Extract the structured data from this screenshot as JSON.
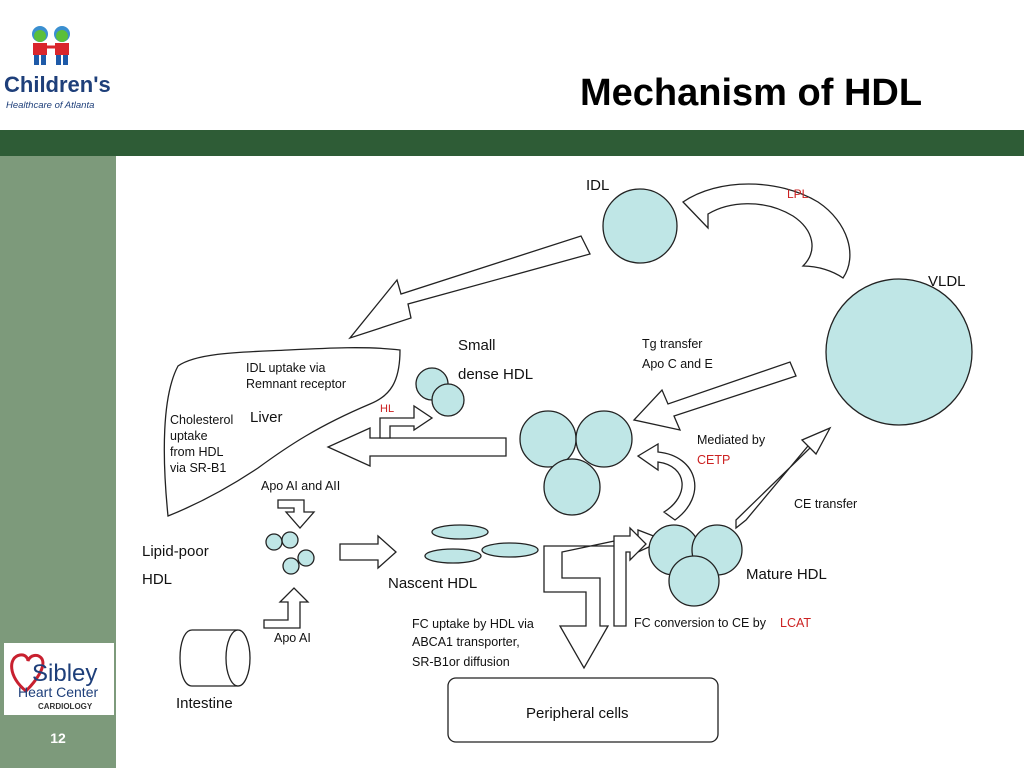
{
  "header": {
    "logo_text": "Children's",
    "logo_subtext": "Healthcare of Atlanta",
    "title": "Mechanism of HDL"
  },
  "sidebar": {
    "sibley_logo_main": "Sibley",
    "sibley_logo_sub": "Heart Center",
    "sibley_logo_tag": "CARDIOLOGY",
    "slide_number": "12"
  },
  "colors": {
    "band": "#2e5c36",
    "sidebar": "#7d9a7b",
    "particle_fill": "#bfe6e6",
    "enzyme_red": "#cc2222"
  },
  "diagram": {
    "idl": "IDL",
    "lpl": "LPL",
    "vldl": "VLDL",
    "small": "Small",
    "dense_hdl": "dense HDL",
    "idl_uptake_1": "IDL uptake via",
    "idl_uptake_2": "Remnant receptor",
    "liver": "Liver",
    "hl": "HL",
    "chol_1": "Cholesterol",
    "chol_2": "uptake",
    "chol_3": "from HDL",
    "chol_4": "via SR-B1",
    "tg_1": "Tg transfer",
    "tg_2": "Apo C and E",
    "mediated": "Mediated by",
    "cetp": "CETP",
    "apo_ai_aii": "Apo AI and AII",
    "lipid_poor_1": "Lipid-poor",
    "lipid_poor_2": "HDL",
    "nascent": "Nascent HDL",
    "ce_transfer": "CE transfer",
    "mature": "Mature HDL",
    "apo_ai": "Apo AI",
    "fc_uptake_1": "FC uptake by HDL via",
    "fc_uptake_2": "ABCA1 transporter,",
    "fc_uptake_3": "SR-B1or diffusion",
    "fc_conv": "FC conversion to CE by",
    "lcat": "LCAT",
    "intestine": "Intestine",
    "peripheral": "Peripheral cells"
  }
}
